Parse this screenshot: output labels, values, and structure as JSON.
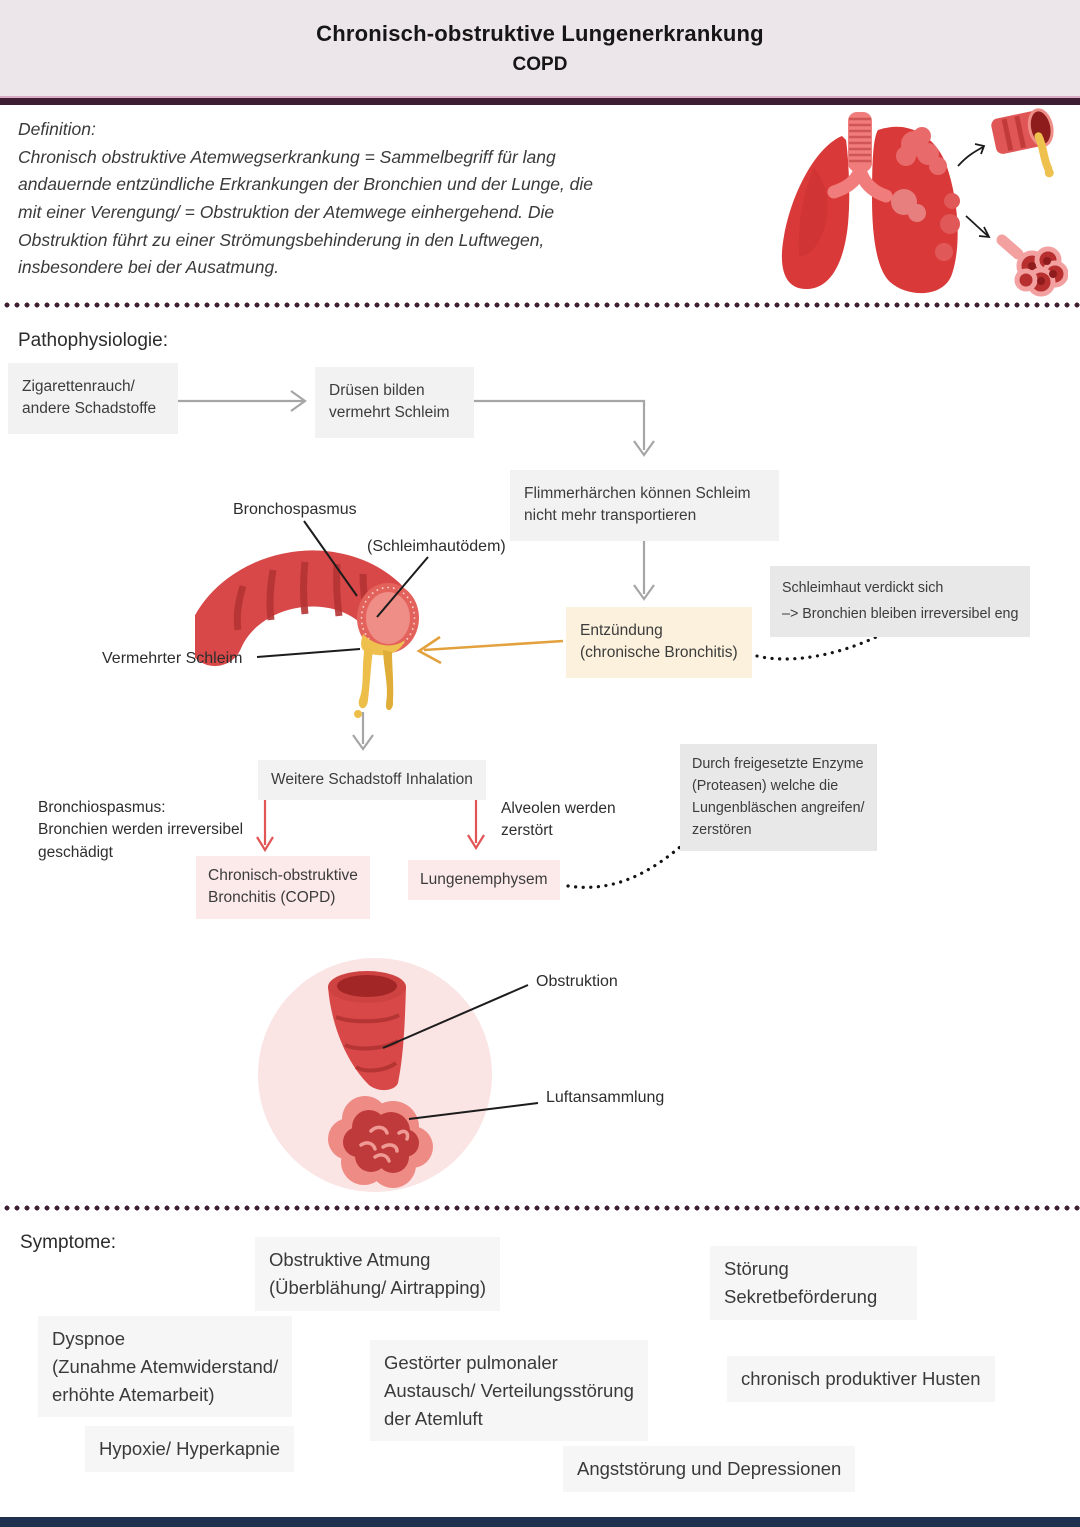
{
  "header": {
    "title": "Chronisch-obstruktive Lungenerkrankung",
    "subtitle": "COPD"
  },
  "definition": {
    "heading": "Definition:",
    "body": "Chronisch obstruktive Atemwegserkrankung = Sammelbegriff für lang\nandauernde entzündliche Erkrankungen der Bronchien und der Lunge, die\nmit einer Verengung/ = Obstruktion der Atemwege einhergehend. Die\nObstruktion führt zu einer Strömungsbehinderung in den Luftwegen,\ninsbesondere bei der Ausatmung."
  },
  "pathophysiology": {
    "heading": "Pathophysiologie:",
    "boxes": {
      "trigger": "Zigarettenrauch/\nandere Schadstoffe",
      "glands": "Drüsen bilden\nvermehrt Schleim",
      "cilia": "Flimmerhärchen können Schleim\nnicht mehr transportieren",
      "inflammation": "Entzündung\n(chronische Bronchitis)",
      "mucosa_note": "Schleimhaut verdickt sich\n–> Bronchien bleiben irreversibel eng",
      "further_inhalation": "Weitere Schadstoff Inhalation",
      "chronic_bronchitis": "Chronisch-obstruktive\nBronchitis (COPD)",
      "emphysema": "Lungenemphysem",
      "enzymes_note": "Durch freigesetzte Enzyme\n(Proteasen) welche die\nLungenbläschen angreifen/\nzerstören"
    },
    "labels": {
      "bronchospasm": "Bronchospasmus",
      "mucosa_edema": "(Schleimhautödem)",
      "increased_mucus": "Vermehrter Schleim",
      "bronchiospasm_note": "Bronchiospasmus:\nBronchien werden irreversibel\ngeschädigt",
      "alveoli_destroyed": "Alveolen werden\nzerstört",
      "obstruction": "Obstruktion",
      "air_accumulation": "Luftansammlung"
    }
  },
  "symptoms": {
    "heading": "Symptome:",
    "items": [
      "Obstruktive Atmung\n(Überblähung/ Airtrapping)",
      "Störung\nSekretbeförderung",
      "Dyspnoe\n(Zunahme Atemwiderstand/\nerhöhte Atemarbeit)",
      "Gestörter pulmonaler\nAustausch/ Verteilungsstörung\nder Atemluft",
      "chronisch produktiver Husten",
      "Hypoxie/ Hyperkapnie",
      "Angststörung und Depressionen"
    ]
  },
  "icons": {
    "lungs": "diseased-lungs-illustration",
    "bronchus": "inflamed-bronchus-with-mucus-illustration",
    "emphysema_circle": "obstructed-bronchiole-air-trapping-illustration"
  },
  "colors": {
    "header_bg": "#ece5e9",
    "rule_dark": "#3e1e33",
    "rule_accent": "#d9abc6",
    "divider_dots": "#3f1e31",
    "box_gray": "#f3f2f2",
    "note_gray": "#e9e8e8",
    "box_cream": "#fbf1dd",
    "box_pink": "#fce9e9",
    "symptom_bg": "#f7f6f6",
    "arrow_gray": "#a6a6a6",
    "arrow_red": "#e25555",
    "arrow_orange": "#e3a13d",
    "pointer_black": "#1c1c1c",
    "illustration_red": "#d84848",
    "mucus_yellow": "#eec04e",
    "bottom_bar": "#20304f"
  }
}
